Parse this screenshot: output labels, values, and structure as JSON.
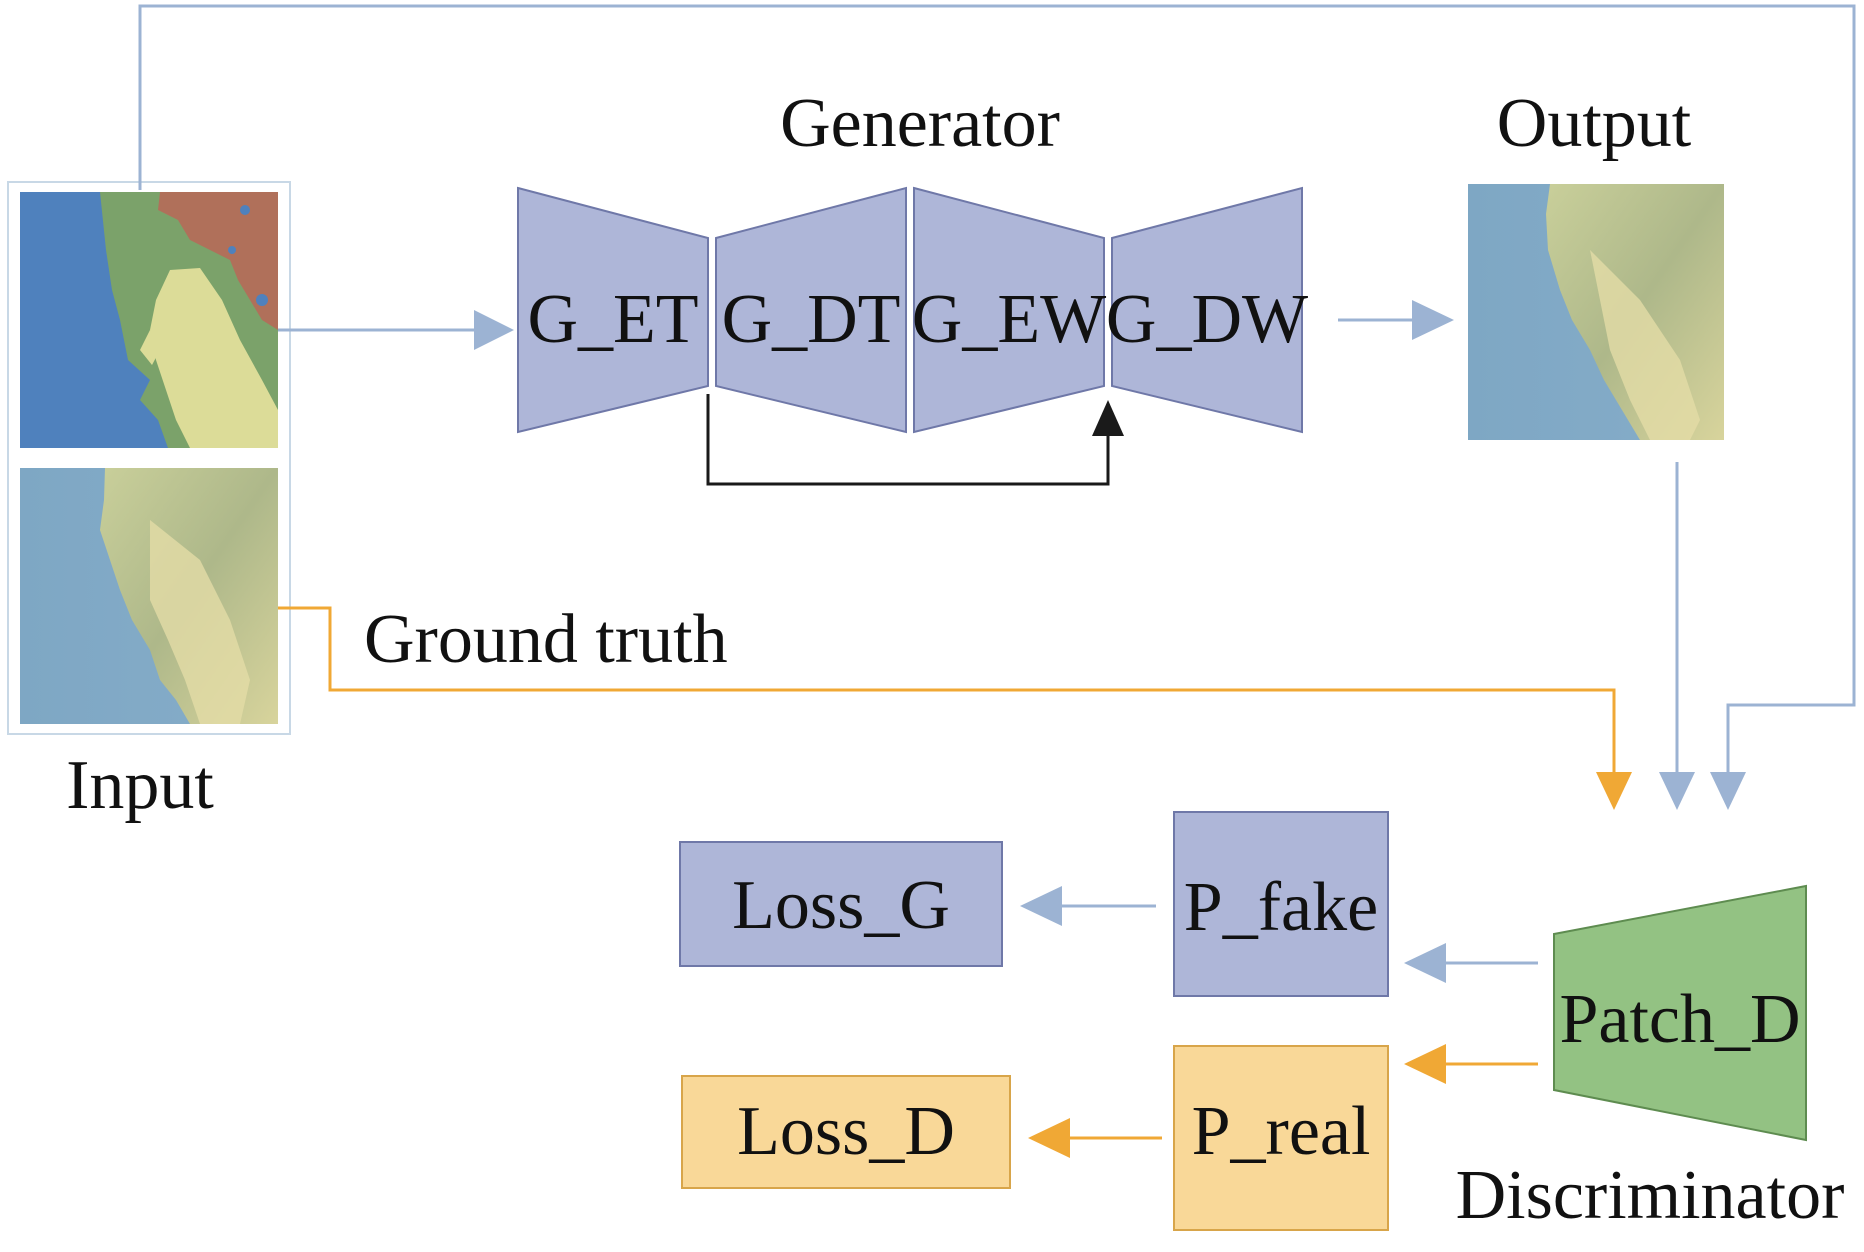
{
  "labels": {
    "generator": "Generator",
    "output": "Output",
    "input": "Input",
    "ground_truth": "Ground truth",
    "discriminator": "Discriminator"
  },
  "generator_blocks": [
    "G_ET",
    "G_DT",
    "G_EW",
    "G_DW"
  ],
  "discriminator_block": "Patch_D",
  "probabilities": {
    "fake": "P_fake",
    "real": "P_real"
  },
  "losses": {
    "generator": "Loss_G",
    "discriminator": "Loss_D"
  },
  "colors": {
    "generator_fill": "#aeb6d8",
    "generator_stroke": "#6f78a8",
    "discriminator_fill": "#93c283",
    "discriminator_stroke": "#5e8c50",
    "real_fill": "#f9d898",
    "real_stroke": "#d8a54a",
    "blue_arrow": "#9cb3d3",
    "orange_arrow": "#f0a835",
    "skip_arrow": "#1a1a1a"
  }
}
